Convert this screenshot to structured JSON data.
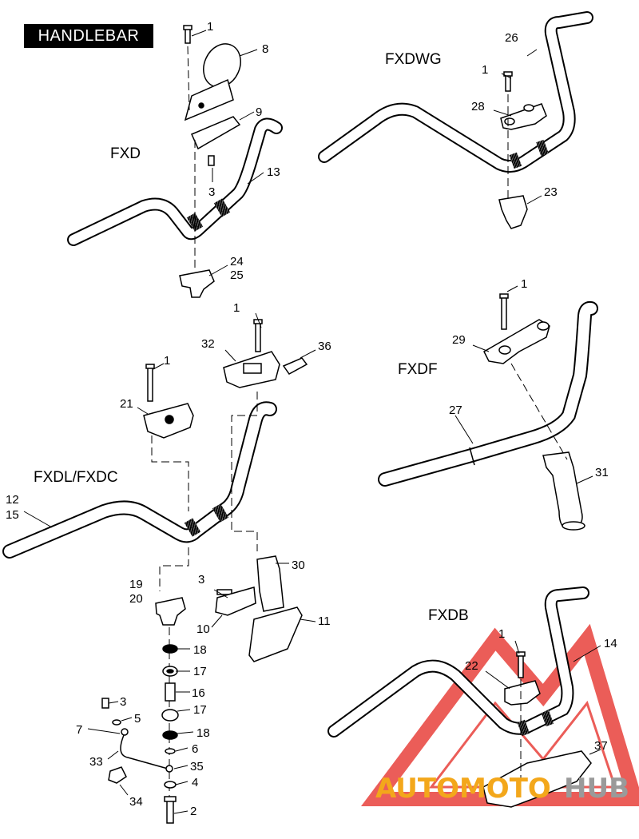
{
  "title": "HANDLEBAR",
  "models": {
    "fxd": "FXD",
    "fxdwg": "FXDWG",
    "fxdf": "FXDF",
    "fxdl": "FXDL/FXDC",
    "fxdb": "FXDB"
  },
  "callouts": {
    "c1a": "1",
    "c8": "8",
    "c9": "9",
    "c3a": "3",
    "c13": "13",
    "c24": "24",
    "c25": "25",
    "c26": "26",
    "c1b": "1",
    "c28": "28",
    "c23": "23",
    "c1c": "1",
    "c32": "32",
    "c36": "36",
    "c1d": "1",
    "c21": "21",
    "c12": "12",
    "c15": "15",
    "c1e": "1",
    "c29": "29",
    "c27": "27",
    "c31": "31",
    "c3b": "3",
    "c30": "30",
    "c10": "10",
    "c11": "11",
    "c19": "19",
    "c20": "20",
    "c18a": "18",
    "c17a": "17",
    "c16": "16",
    "c17b": "17",
    "c18b": "18",
    "c6": "6",
    "c35": "35",
    "c4": "4",
    "c2": "2",
    "c3c": "3",
    "c5": "5",
    "c7": "7",
    "c33": "33",
    "c34": "34",
    "c14": "14",
    "c1f": "1",
    "c22": "22",
    "c37": "37"
  },
  "watermark": {
    "part1": "AUTOMOTO",
    "part2": "HUB",
    "color_orange": "#f3a71b",
    "color_red": "#e8413c",
    "color_gray": "#9a9a9a"
  }
}
